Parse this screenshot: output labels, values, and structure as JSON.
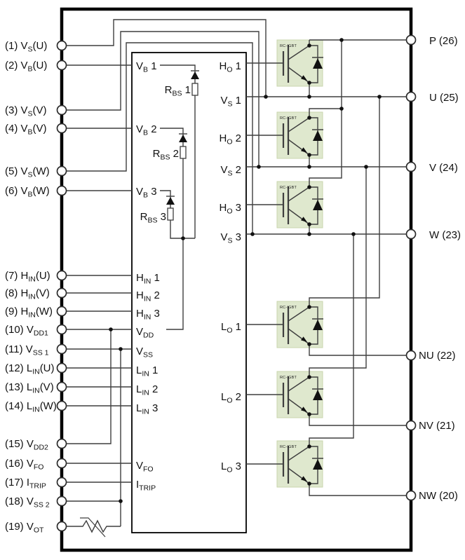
{
  "diagram": {
    "left_pins": [
      {
        "pre": "(1) V",
        "sub": "S",
        "post": "(U)"
      },
      {
        "pre": "(2) V",
        "sub": "B",
        "post": "(U)"
      },
      {
        "pre": "(3) V",
        "sub": "S",
        "post": "(V)"
      },
      {
        "pre": "(4) V",
        "sub": "B",
        "post": "(V)"
      },
      {
        "pre": "(5) V",
        "sub": "S",
        "post": "(W)"
      },
      {
        "pre": "(6) V",
        "sub": "B",
        "post": "(W)"
      },
      {
        "pre": "(7) H",
        "sub": "IN",
        "post": "(U)"
      },
      {
        "pre": "(8) H",
        "sub": "IN",
        "post": "(V)"
      },
      {
        "pre": "(9) H",
        "sub": "IN",
        "post": "(W)"
      },
      {
        "pre": "(10) V",
        "sub": "DD1",
        "post": ""
      },
      {
        "pre": "(11) V",
        "sub": "SS 1",
        "post": ""
      },
      {
        "pre": "(12) L",
        "sub": "IN",
        "post": "(U)"
      },
      {
        "pre": "(13) L",
        "sub": "IN",
        "post": "(V)"
      },
      {
        "pre": "(14) L",
        "sub": "IN",
        "post": "(W)"
      },
      {
        "pre": "(15) V",
        "sub": "DD2",
        "post": ""
      },
      {
        "pre": "(16) V",
        "sub": "FO",
        "post": ""
      },
      {
        "pre": "(17) I",
        "sub": "TRIP",
        "post": ""
      },
      {
        "pre": "(18) V",
        "sub": "SS 2",
        "post": ""
      },
      {
        "pre": "(19) V",
        "sub": "OT",
        "post": ""
      }
    ],
    "right_pins": [
      "P (26)",
      "U (25)",
      "V (24)",
      "W (23)",
      "NU (22)",
      "NV (21)",
      "NW (20)"
    ],
    "ic_left": [
      {
        "pre": "V",
        "sub": "B",
        "post": " 1"
      },
      {
        "pre": "V",
        "sub": "B",
        "post": " 2"
      },
      {
        "pre": "V",
        "sub": "B",
        "post": " 3"
      },
      {
        "pre": "H",
        "sub": "IN",
        "post": " 1"
      },
      {
        "pre": "H",
        "sub": "IN",
        "post": " 2"
      },
      {
        "pre": "H",
        "sub": "IN",
        "post": " 3"
      },
      {
        "pre": "V",
        "sub": "DD",
        "post": ""
      },
      {
        "pre": "V",
        "sub": "SS",
        "post": ""
      },
      {
        "pre": "L",
        "sub": "IN",
        "post": " 1"
      },
      {
        "pre": "L",
        "sub": "IN",
        "post": " 2"
      },
      {
        "pre": "L",
        "sub": "IN",
        "post": " 3"
      },
      {
        "pre": "V",
        "sub": "FO",
        "post": ""
      },
      {
        "pre": "I",
        "sub": "TRIP",
        "post": ""
      }
    ],
    "ic_rbs": [
      {
        "pre": "R",
        "sub": "BS",
        "post": " 1"
      },
      {
        "pre": "R",
        "sub": "BS",
        "post": " 2"
      },
      {
        "pre": "R",
        "sub": "BS",
        "post": " 3"
      }
    ],
    "ic_right": [
      {
        "pre": "H",
        "sub": "O",
        "post": " 1"
      },
      {
        "pre": "V",
        "sub": "S",
        "post": " 1"
      },
      {
        "pre": "H",
        "sub": "O",
        "post": " 2"
      },
      {
        "pre": "V",
        "sub": "S",
        "post": " 2"
      },
      {
        "pre": "H",
        "sub": "O",
        "post": " 3"
      },
      {
        "pre": "V",
        "sub": "S",
        "post": " 3"
      },
      {
        "pre": "L",
        "sub": "O",
        "post": " 1"
      },
      {
        "pre": "L",
        "sub": "O",
        "post": " 2"
      },
      {
        "pre": "L",
        "sub": "O",
        "post": " 3"
      }
    ],
    "igbt_badge": "RC-IGBT",
    "colors": {
      "wire": "#3f3f3f",
      "border": "#000000",
      "igbt_fill": "#dfe8ce",
      "igbt_edge": "#c9d6ad"
    }
  }
}
